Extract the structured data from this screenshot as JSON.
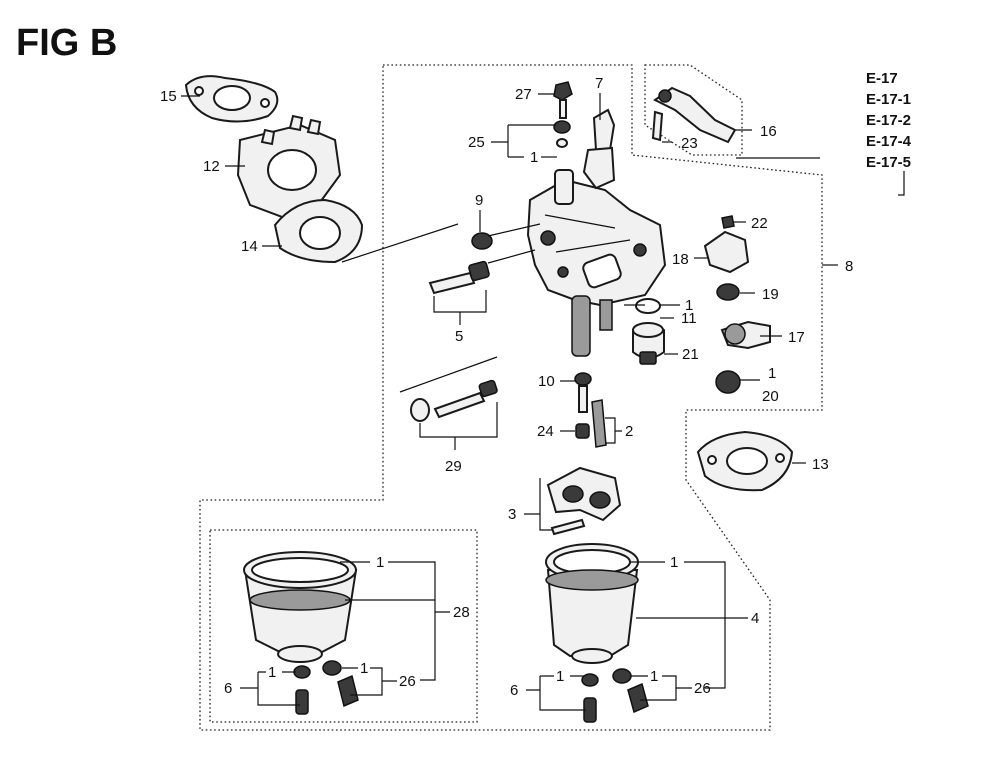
{
  "figure": {
    "title": "FIG B",
    "reference_codes": [
      "E-17",
      "E-17-1",
      "E-17-2",
      "E-17-4",
      "E-17-5"
    ]
  },
  "callouts": {
    "n1": "1",
    "n2": "2",
    "n3": "3",
    "n4": "4",
    "n5": "5",
    "n6": "6",
    "n7": "7",
    "n8": "8",
    "n9": "9",
    "n10": "10",
    "n11": "11",
    "n12": "12",
    "n13": "13",
    "n14": "14",
    "n15": "15",
    "n16": "16",
    "n17": "17",
    "n18": "18",
    "n19": "19",
    "n20": "20",
    "n21": "21",
    "n22": "22",
    "n23": "23",
    "n24": "24",
    "n25": "25",
    "n26": "26",
    "n27": "27",
    "n28": "28",
    "n29": "29"
  }
}
